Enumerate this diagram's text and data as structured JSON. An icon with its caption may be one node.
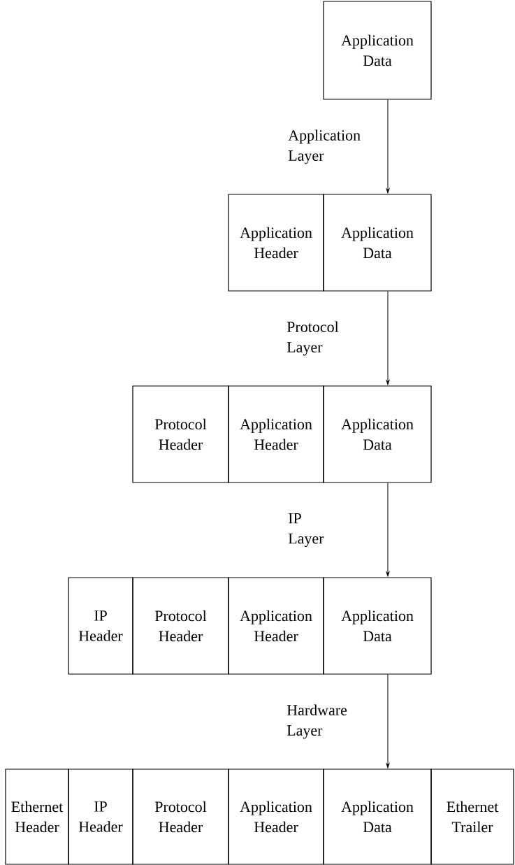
{
  "diagram": {
    "nodes": [
      {
        "text": [
          "Application Data"
        ]
      },
      {
        "text": [
          "Application Header"
        ]
      },
      {
        "text": [
          "Application Data"
        ]
      },
      {
        "text": [
          "Protocol Header"
        ]
      },
      {
        "text": [
          "Application Header"
        ]
      },
      {
        "text": [
          "Application Data"
        ]
      },
      {
        "text": [
          "IP Header"
        ]
      },
      {
        "text": [
          "Protocol Header"
        ]
      },
      {
        "text": [
          "Application Header"
        ]
      },
      {
        "text": [
          "Application Data"
        ]
      },
      {
        "text": [
          "Ethernet Header"
        ]
      },
      {
        "text": [
          "IP Header"
        ]
      },
      {
        "text": [
          "Protocol Header"
        ]
      },
      {
        "text": [
          "Application Header"
        ]
      },
      {
        "text": [
          "Application Data"
        ]
      },
      {
        "text": [
          "Ethernet Trailer"
        ]
      }
    ],
    "edges": [
      {
        "from": 0,
        "to": 2,
        "arrow": "to",
        "label": "Application Layer"
      },
      {
        "from": 2,
        "to": 5,
        "arrow": "to",
        "label": "Protocol Layer"
      },
      {
        "from": 5,
        "to": 9,
        "arrow": "to",
        "label": "IP Layer"
      },
      {
        "from": 9,
        "to": 14,
        "arrow": "to",
        "label": "Hardware Layer"
      }
    ]
  }
}
